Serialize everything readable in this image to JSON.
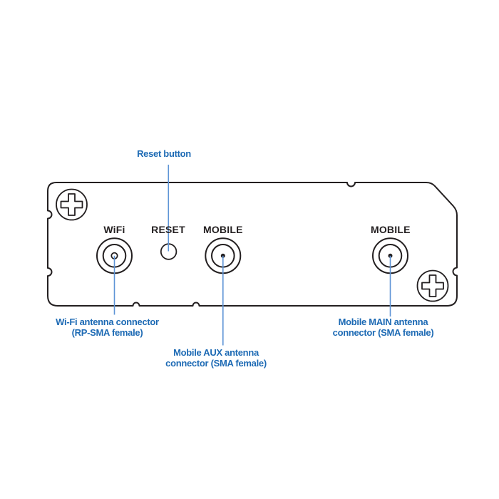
{
  "figure": {
    "type": "hardware-panel-connector-diagram",
    "colors": {
      "outline_black": "#231f20",
      "callout_text_blue": "#1d6ab4",
      "leader_line_blue": "#5e94d6",
      "background": "#ffffff"
    },
    "panel_port_labels": {
      "wifi": "WiFi",
      "reset": "RESET",
      "mobile_aux": "MOBILE",
      "mobile_main": "MOBILE"
    },
    "callouts": {
      "reset": {
        "text": "Reset button"
      },
      "wifi": {
        "line1": "Wi-Fi antenna connector",
        "line2": "(RP-SMA female)"
      },
      "mobile_aux": {
        "line1": "Mobile AUX antenna",
        "line2": "connector (SMA female)"
      },
      "mobile_main": {
        "line1": "Mobile MAIN antenna",
        "line2": "connector (SMA female)"
      }
    }
  }
}
